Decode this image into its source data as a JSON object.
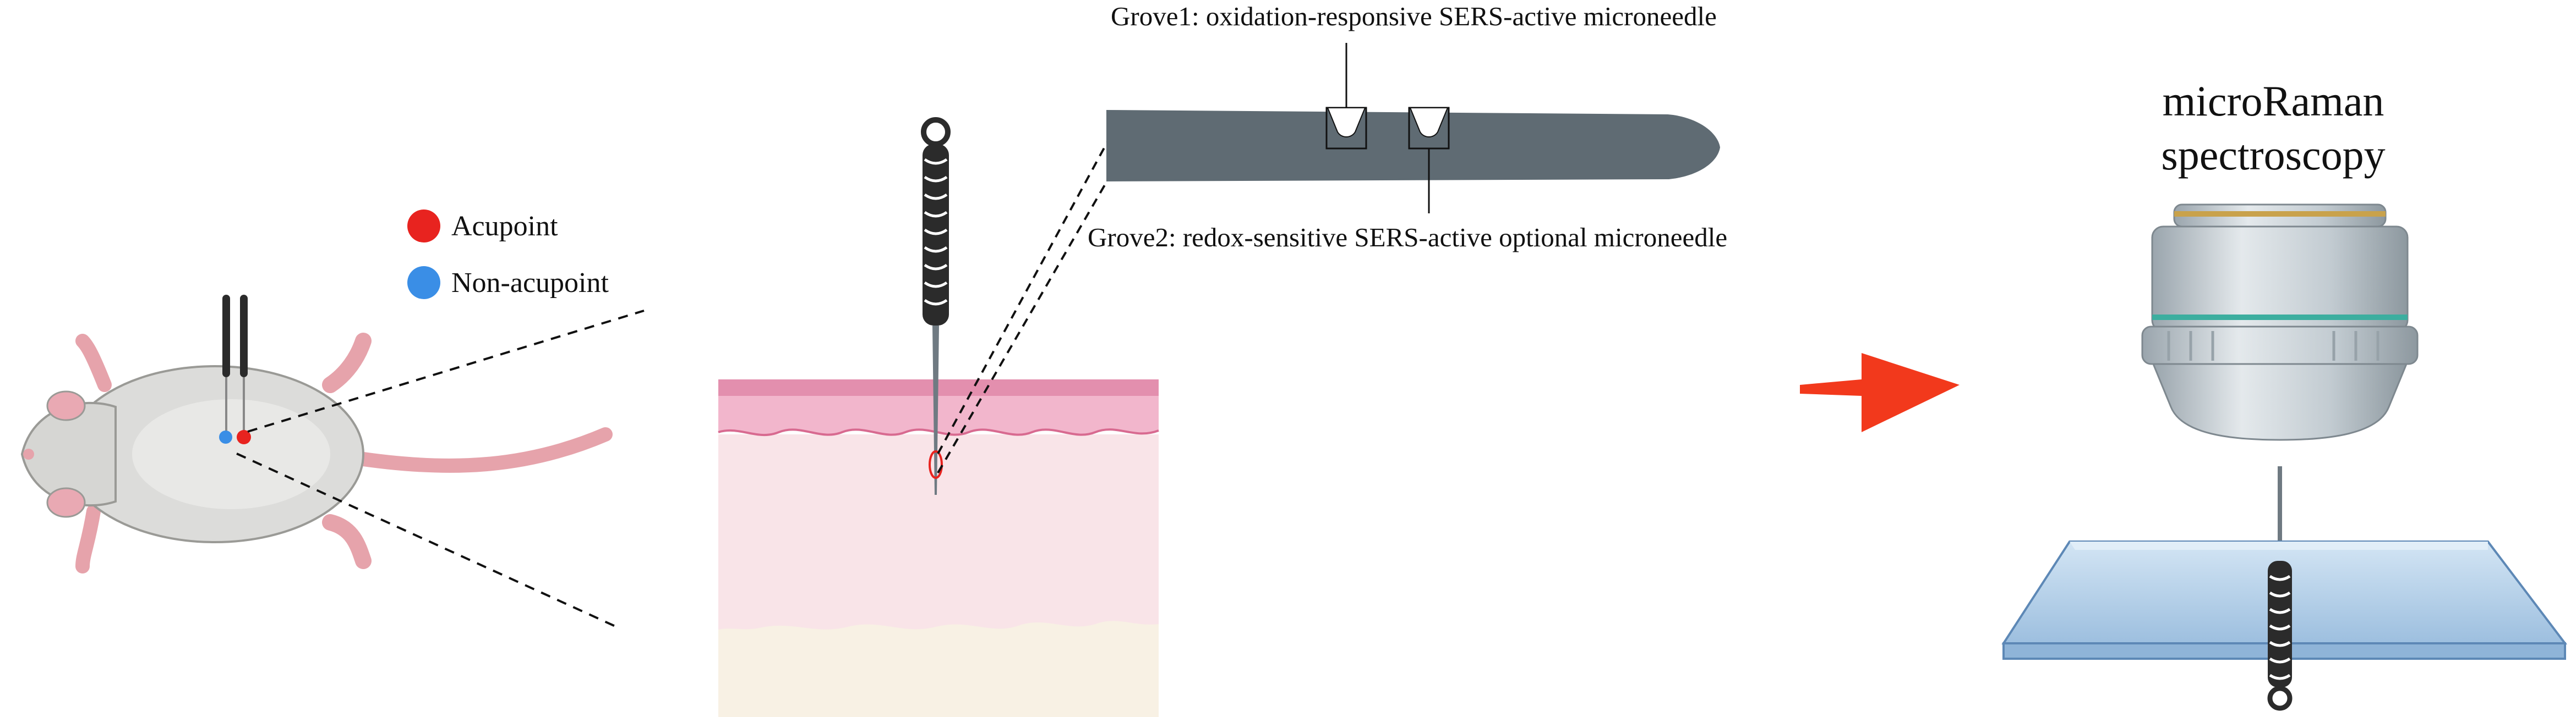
{
  "legend": {
    "acupoint": {
      "label": "Acupoint",
      "color": "#e8231f"
    },
    "non_acupoint": {
      "label": "Non-acupoint",
      "color": "#3a8ee6"
    }
  },
  "needle": {
    "grove1_label": "Grove1: oxidation-responsive SERS-active microneedle",
    "grove2_label": "Grove2: redox-sensitive SERS-active optional microneedle"
  },
  "instrument": {
    "title_line1": "microRaman",
    "title_line2": "spectroscopy"
  },
  "colors": {
    "needle_body": "#5f6b73",
    "arrow": "#f2391c",
    "skin_epidermis": "#f2b6cc",
    "skin_dermis": "#f9e4e8",
    "skin_fat": "#f8f1e4",
    "objective_body": "#c9d1d6",
    "glass_slide": "#a9c9e8",
    "mouse_body": "#dcdcda",
    "mouse_tail": "#e6a3ab"
  },
  "icons": [
    "mouse-icon",
    "acupuncture-needle-icon",
    "skin-section-icon",
    "objective-lens-icon",
    "glass-slide-icon",
    "arrow-right-icon"
  ]
}
